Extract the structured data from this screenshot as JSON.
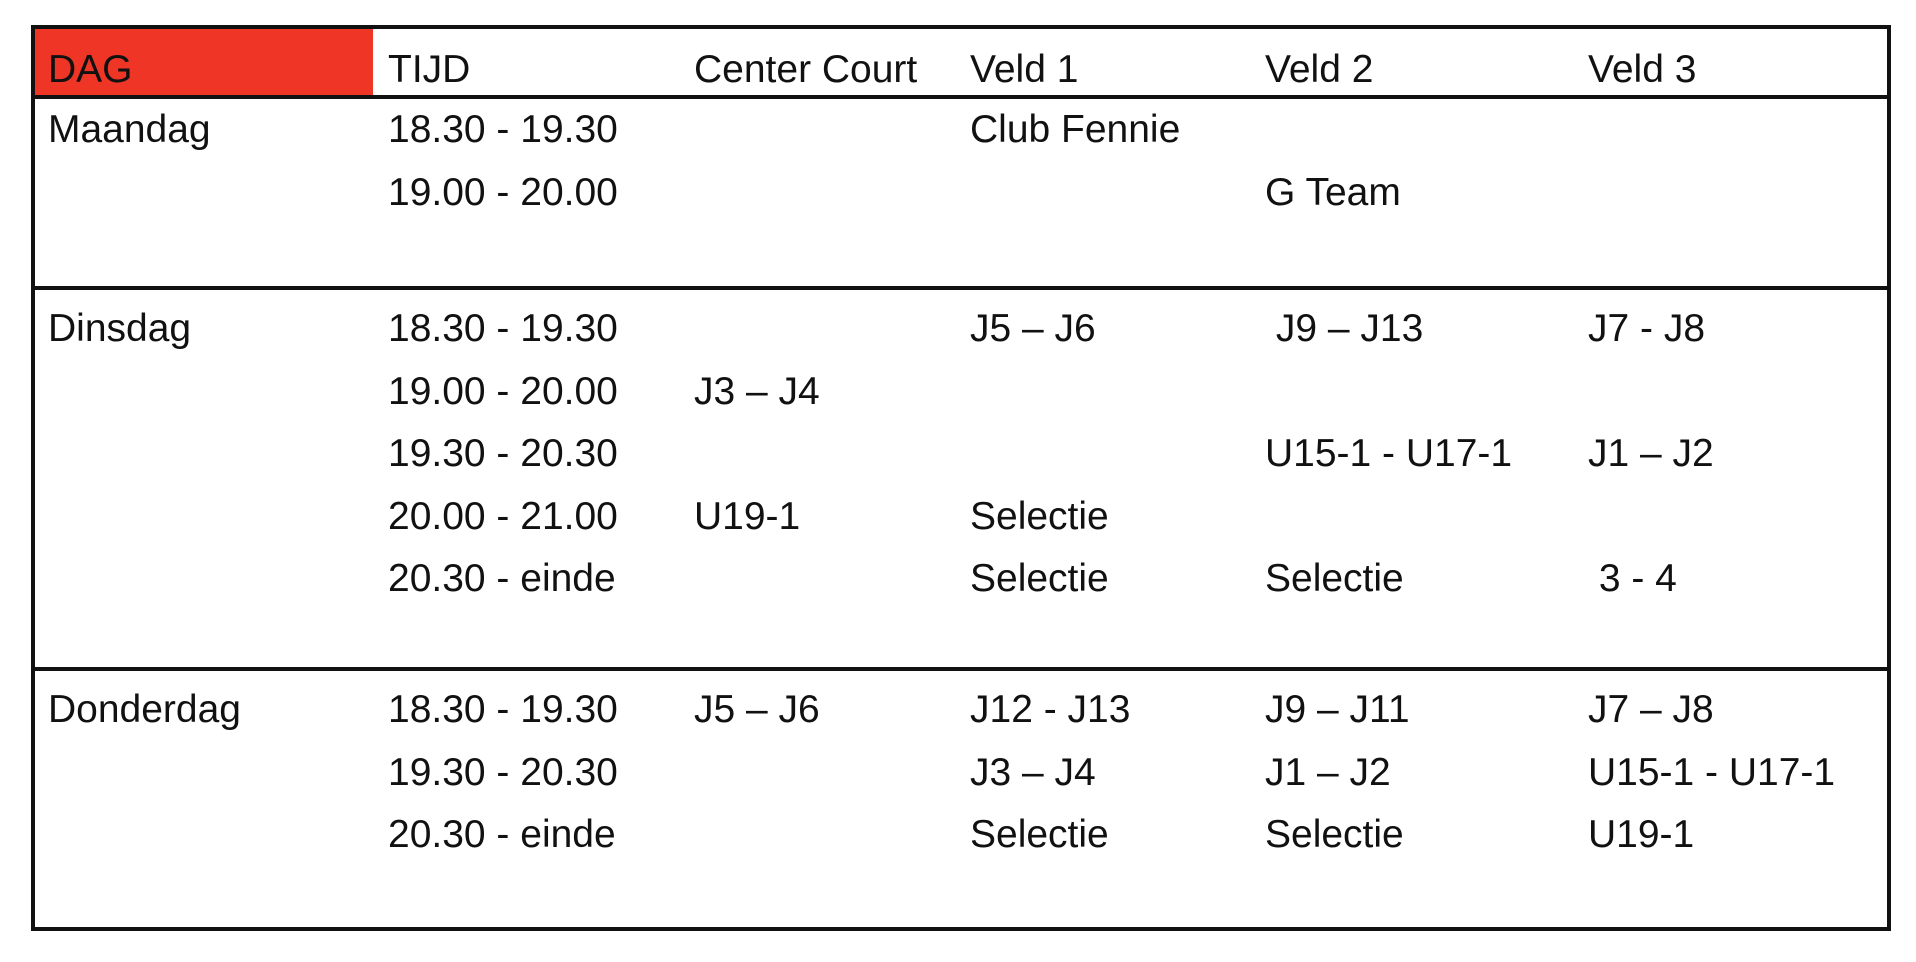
{
  "header": {
    "dag": "DAG",
    "tijd": "TIJD",
    "center_court": "Center Court",
    "veld1": "Veld 1",
    "veld2": "Veld 2",
    "veld3": "Veld 3"
  },
  "colors": {
    "header_accent": "#ee3526",
    "border": "#111111",
    "text": "#111111"
  },
  "days": [
    {
      "name": "Maandag",
      "rows": [
        {
          "tijd": "18.30 - 19.30",
          "center_court": "",
          "veld1": "Club Fennie",
          "veld2": "",
          "veld3": ""
        },
        {
          "tijd": "19.00 - 20.00",
          "center_court": "",
          "veld1": "",
          "veld2": "G Team",
          "veld3": ""
        }
      ]
    },
    {
      "name": "Dinsdag",
      "rows": [
        {
          "tijd": "18.30 - 19.30",
          "center_court": "",
          "veld1": "J5 – J6",
          "veld2": " J9 – J13",
          "veld3": "J7 - J8"
        },
        {
          "tijd": "19.00 - 20.00",
          "center_court": "J3 – J4",
          "veld1": "",
          "veld2": "",
          "veld3": ""
        },
        {
          "tijd": "19.30 - 20.30",
          "center_court": "",
          "veld1": "",
          "veld2": "U15-1 - U17-1",
          "veld3": "J1 – J2"
        },
        {
          "tijd": "20.00 - 21.00",
          "center_court": "U19-1",
          "veld1": "Selectie",
          "veld2": "",
          "veld3": ""
        },
        {
          "tijd": "20.30 - einde",
          "center_court": "",
          "veld1": "Selectie",
          "veld2": "Selectie",
          "veld3": " 3 - 4"
        }
      ]
    },
    {
      "name": "Donderdag",
      "rows": [
        {
          "tijd": "18.30 - 19.30",
          "center_court": "J5 – J6",
          "veld1": "J12 - J13",
          "veld2": "J9 – J11",
          "veld3": "J7 – J8"
        },
        {
          "tijd": "19.30 - 20.30",
          "center_court": "",
          "veld1": "J3 – J4",
          "veld2": "J1 – J2",
          "veld3": "U15-1 - U17-1"
        },
        {
          "tijd": "20.30 - einde",
          "center_court": "",
          "veld1": "Selectie",
          "veld2": "Selectie",
          "veld3": "U19-1"
        }
      ]
    }
  ]
}
